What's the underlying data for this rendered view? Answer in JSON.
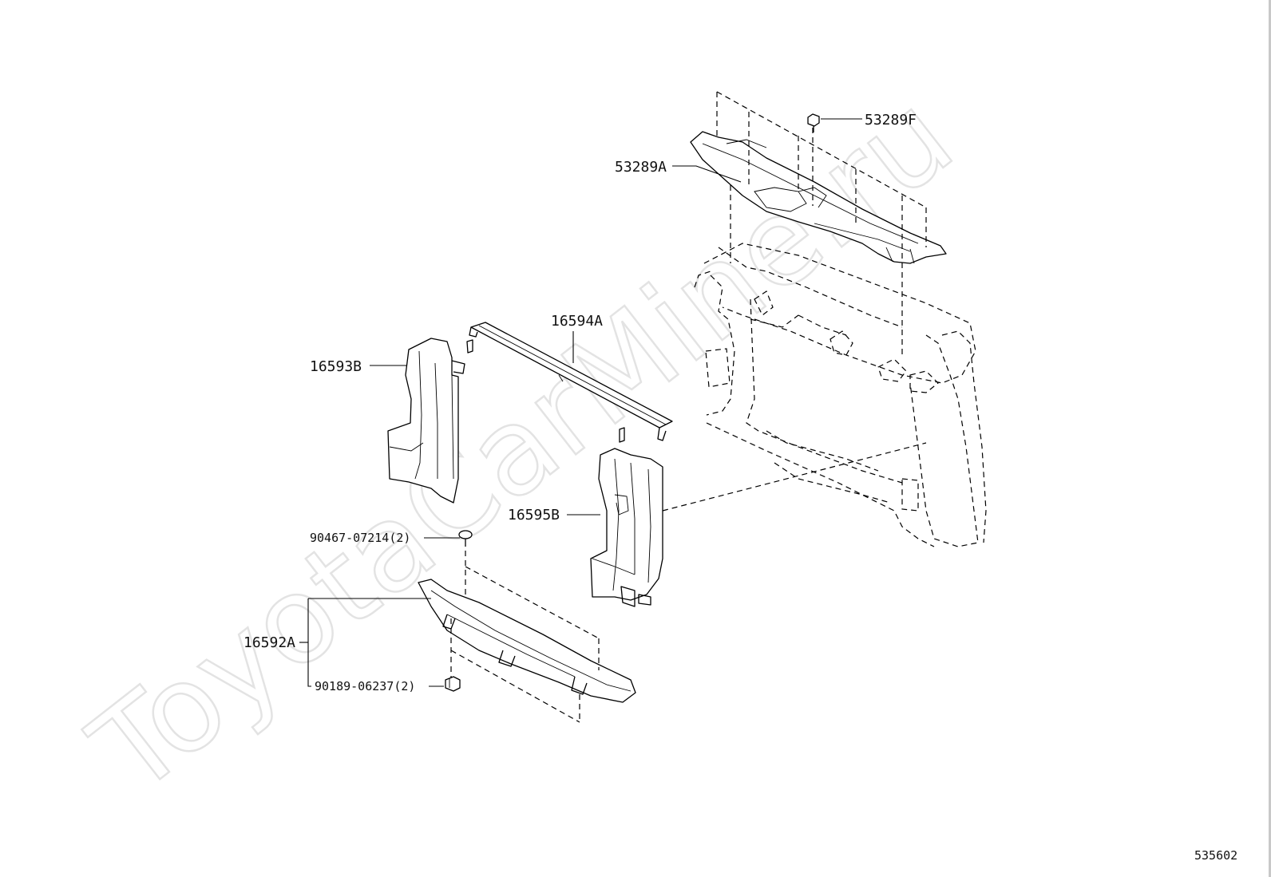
{
  "diagram": {
    "watermark": "ToyotaCarMine.ru",
    "figure_number": "535602",
    "callouts": [
      {
        "id": "53289F",
        "label": "53289F"
      },
      {
        "id": "53289A",
        "label": "53289A"
      },
      {
        "id": "16594A",
        "label": "16594A"
      },
      {
        "id": "16593B",
        "label": "16593B"
      },
      {
        "id": "16595B",
        "label": "16595B"
      },
      {
        "id": "90467-07214",
        "label": "90467-07214(2)"
      },
      {
        "id": "16592A",
        "label": "16592A"
      },
      {
        "id": "90189-06237",
        "label": "90189-06237(2)"
      }
    ]
  }
}
